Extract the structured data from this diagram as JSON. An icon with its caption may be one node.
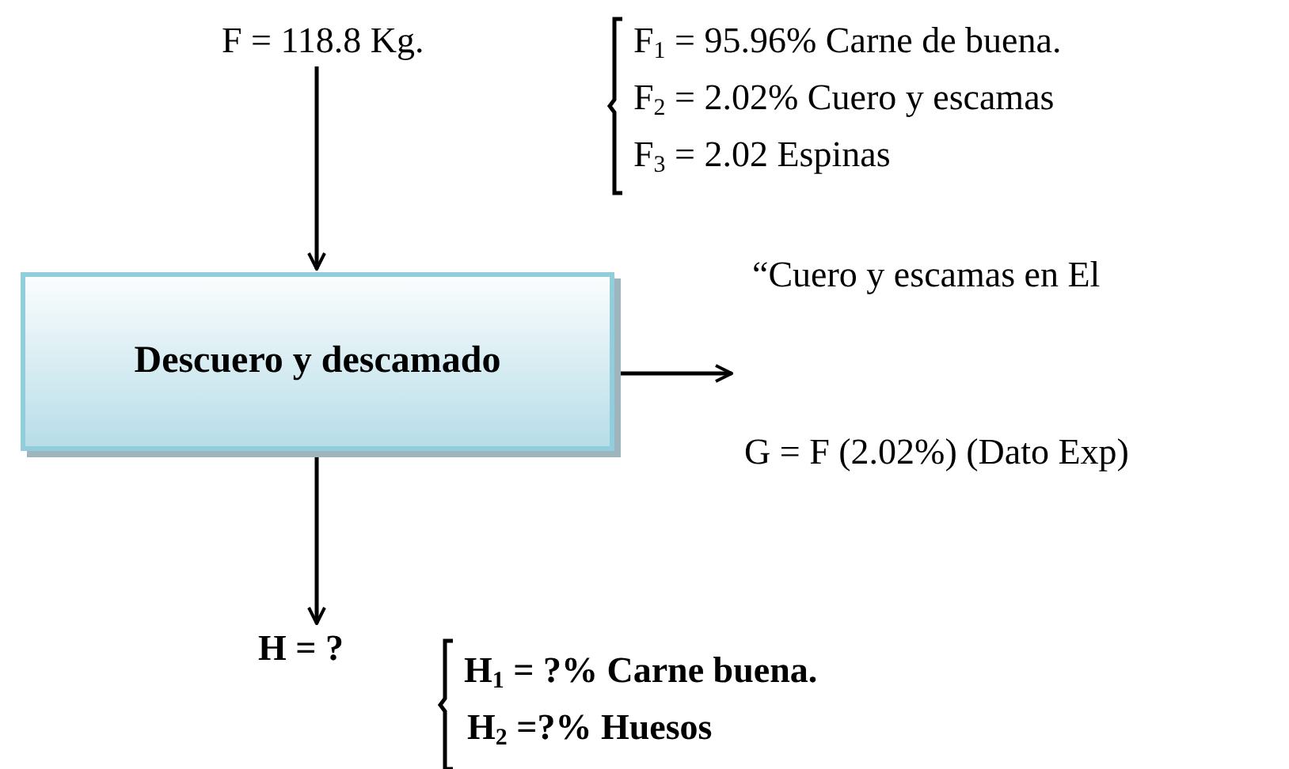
{
  "diagram": {
    "nodes": [
      {
        "text": [
          "F = 118.8 Kg."
        ]
      },
      {
        "text": [
          "Descuero y descamado"
        ]
      },
      {
        "text": [
          "H = ?"
        ]
      }
    ],
    "edges": [
      {
        "from": 0,
        "to": 1,
        "arrow": "to"
      },
      {
        "from": 1,
        "to": null,
        "arrow": "to"
      },
      {
        "from": 1,
        "to": 2,
        "arrow": "to"
      }
    ],
    "labels": [
      "F$_{1}$ = 95.96% Carne de buena.",
      "F$_{2}$ = 2.02% Cuero y escamas",
      "F$_{3}$ = 2.02 Espinas",
      "“Cuero y escamas en El",
      "G = F (2.02%) (Dato Exp)",
      "H$_{1}$ = ?% Carne buena.",
      "H$_{2}$ =?% Huesos"
    ]
  }
}
